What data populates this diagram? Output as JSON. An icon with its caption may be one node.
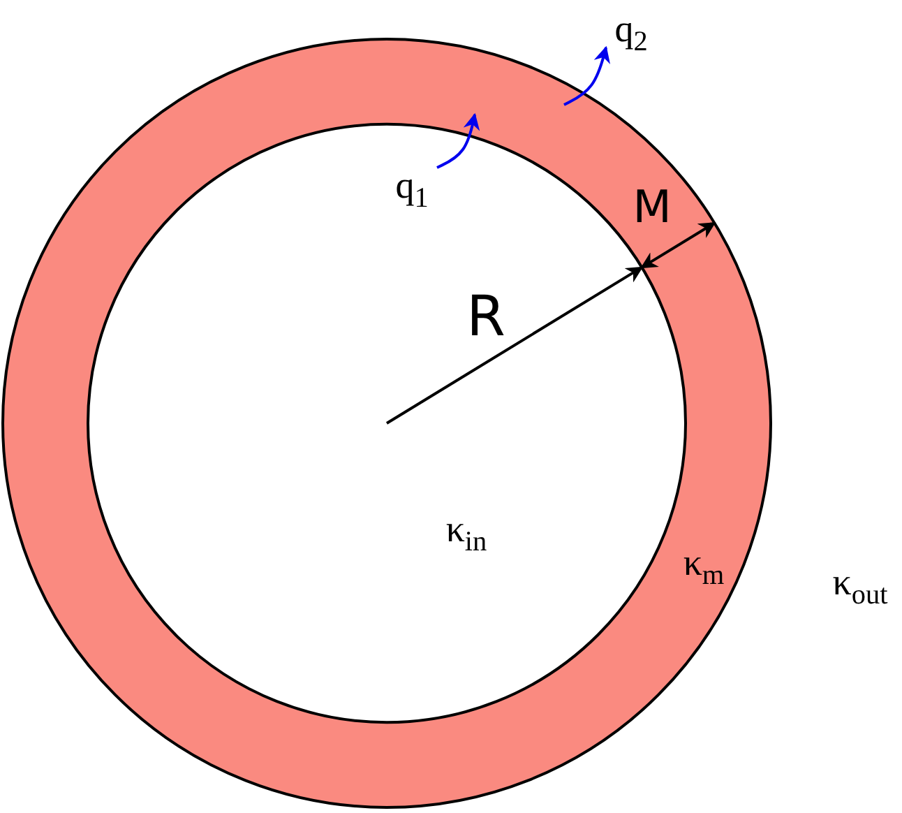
{
  "diagram": {
    "labels": [
      "q$_{2}$",
      "q$_{1}$",
      "M",
      "R",
      "κ$_{in}$",
      "κ$_{m}$",
      "κ$_{out}$"
    ]
  }
}
